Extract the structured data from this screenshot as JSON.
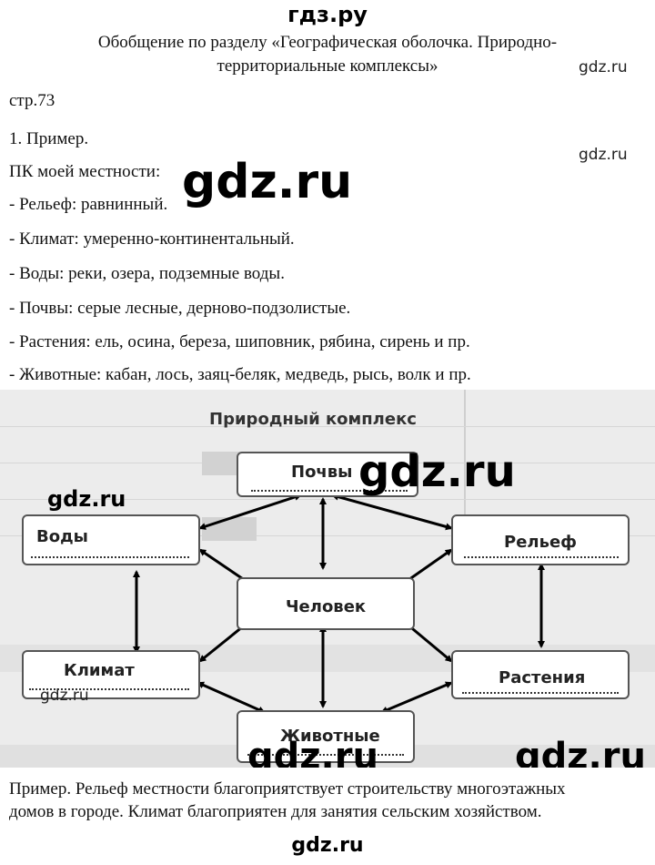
{
  "header": {
    "site_logo": "гдз.ру",
    "section_title_line1": "Обобщение по разделу «Географическая оболочка. Природно-",
    "section_title_line2": "территориальные комплексы»"
  },
  "watermarks": {
    "small": "gdz.ru",
    "large": "gdz.ru"
  },
  "content": {
    "page_ref": "стр.73",
    "task": "1. Пример.",
    "pk_heading": "ПК моей местности:",
    "items": [
      "- Рельеф: равнинный.",
      "- Климат: умеренно-континентальный.",
      "- Воды: реки, озера, подземные воды.",
      "- Почвы: серые лесные, дерново-подзолистые.",
      "- Растения: ель, осина, береза, шиповник, рябина, сирень и пр.",
      "- Животные: кабан, лось, заяц-беляк, медведь, рысь, волк и пр."
    ]
  },
  "diagram": {
    "title": "Природный комплекс",
    "nodes": {
      "soils": "Почвы",
      "water": "Воды",
      "relief": "Рельеф",
      "human": "Человек",
      "climate": "Климат",
      "plants": "Растения",
      "animals": "Животные"
    }
  },
  "conclusion": {
    "line1": "Пример. Рельеф местности благоприятствует строительству многоэтажных",
    "line2": "домов в городе. Климат благоприятен для занятия сельским хозяйством."
  },
  "footer_logo": "gdz.ru"
}
